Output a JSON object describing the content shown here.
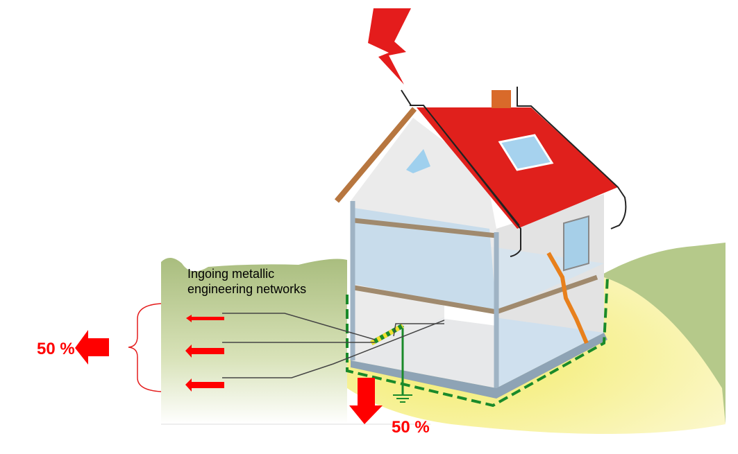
{
  "labels": {
    "networks_line1": "Ingoing metallic",
    "networks_line2": "engineering networks",
    "left_percent": "50 %",
    "down_percent": "50 %"
  },
  "colors": {
    "roof": "#e0201c",
    "arrow": "#ff0000",
    "ground_green": "#a9bd7e",
    "ground_yellow": "#f6f08a",
    "earthing": "#1a8a2a",
    "floor": "#cfe0ee",
    "wall": "#e3e3e3"
  }
}
